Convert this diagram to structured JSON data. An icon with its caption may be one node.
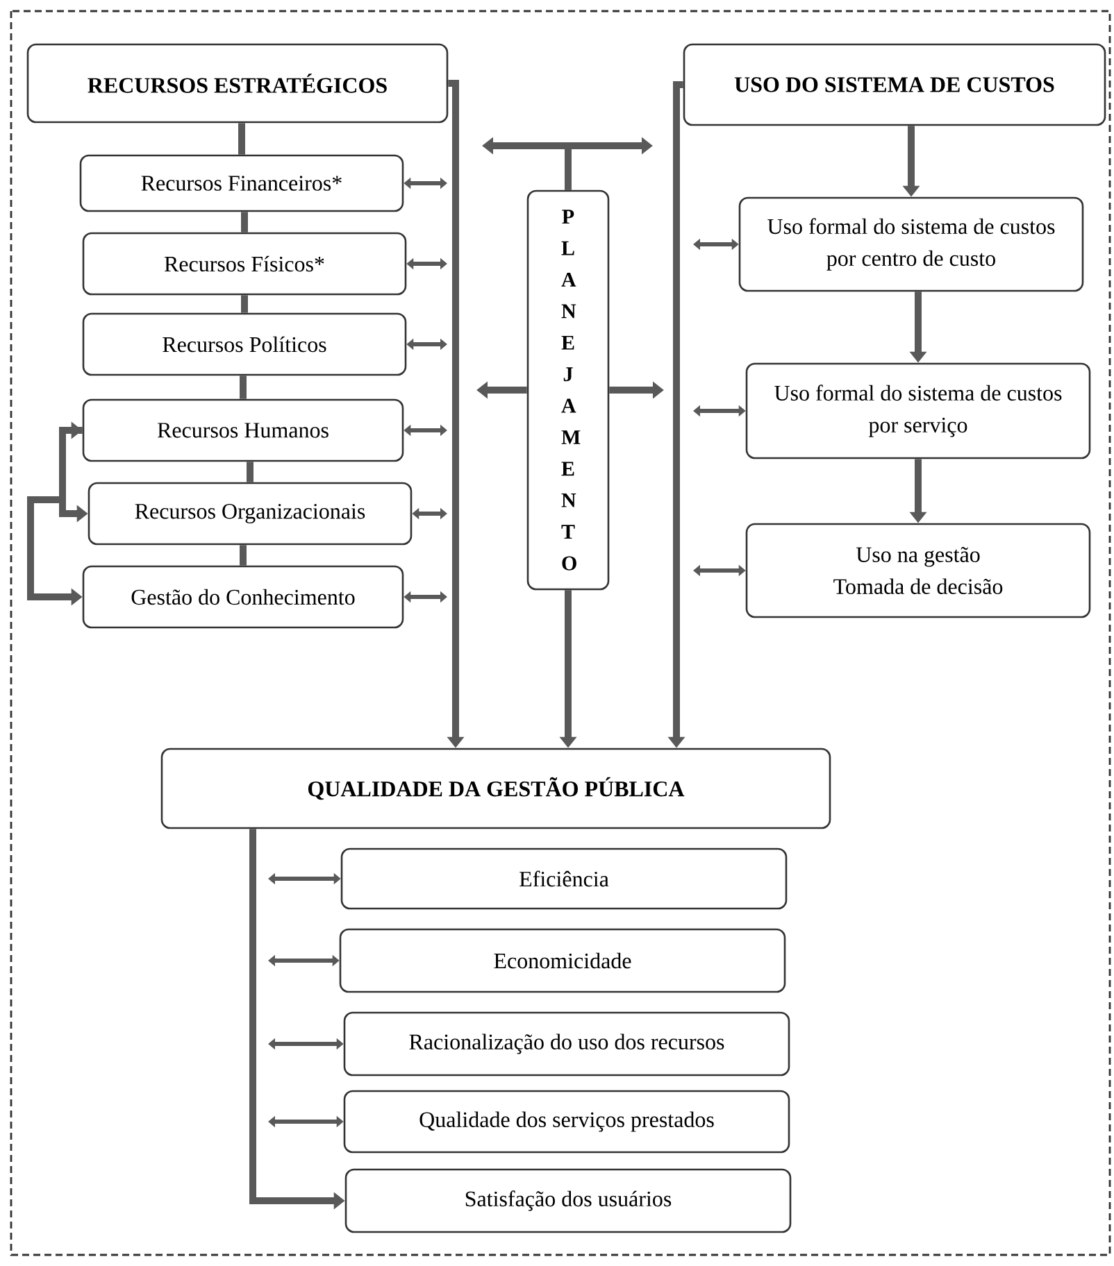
{
  "diagram": {
    "nodes": [
      {
        "text": [
          "RECURSOS ESTRATÉGICOS"
        ]
      },
      {
        "text": [
          "Recursos Financeiros*"
        ]
      },
      {
        "text": [
          "Recursos Físicos*"
        ]
      },
      {
        "text": [
          "Recursos Políticos"
        ]
      },
      {
        "text": [
          "Recursos Humanos"
        ]
      },
      {
        "text": [
          "Recursos Organizacionais"
        ]
      },
      {
        "text": [
          "Gestão do Conhecimento"
        ]
      },
      {
        "text": [
          "PLANEJAMENTO"
        ]
      },
      {
        "text": [
          "USO DO SISTEMA DE CUSTOS"
        ]
      },
      {
        "text": [
          "Uso formal do sistema de custos por centro de custo"
        ]
      },
      {
        "text": [
          "Uso formal do sistema de custos por serviço"
        ]
      },
      {
        "text": [
          "Uso na gestão Tomada de decisão"
        ]
      },
      {
        "text": [
          "QUALIDADE DA GESTÃO PÚBLICA"
        ]
      },
      {
        "text": [
          "Eficiência"
        ]
      },
      {
        "text": [
          "Economicidade"
        ]
      },
      {
        "text": [
          "Racionalização do uso dos recursos"
        ]
      },
      {
        "text": [
          "Qualidade dos serviços prestados"
        ]
      },
      {
        "text": [
          "Satisfação dos usuários"
        ]
      }
    ],
    "edges": [
      {
        "from": 0,
        "to": 1,
        "arrow": "none"
      },
      {
        "from": 1,
        "to": 2,
        "arrow": "none"
      },
      {
        "from": 2,
        "to": 3,
        "arrow": "none"
      },
      {
        "from": 3,
        "to": 4,
        "arrow": "none"
      },
      {
        "from": 4,
        "to": 5,
        "arrow": "none"
      },
      {
        "from": 5,
        "to": 6,
        "arrow": "none"
      },
      {
        "from": 1,
        "to": null,
        "arrow": "both"
      },
      {
        "from": 2,
        "to": null,
        "arrow": "both"
      },
      {
        "from": 3,
        "to": null,
        "arrow": "both"
      },
      {
        "from": 4,
        "to": null,
        "arrow": "both"
      },
      {
        "from": 5,
        "to": null,
        "arrow": "both"
      },
      {
        "from": 6,
        "to": null,
        "arrow": "both"
      },
      {
        "from": 4,
        "to": 5,
        "arrow": "both"
      },
      {
        "from": 4,
        "to": 6,
        "arrow": "to"
      },
      {
        "from": 0,
        "to": 12,
        "arrow": "to"
      },
      {
        "from": 7,
        "to": null,
        "arrow": "to"
      },
      {
        "from": 7,
        "to": null,
        "arrow": "to"
      },
      {
        "from": 7,
        "to": null,
        "arrow": "to"
      },
      {
        "from": 7,
        "to": null,
        "arrow": "to"
      },
      {
        "from": 7,
        "to": 12,
        "arrow": "to"
      },
      {
        "from": 8,
        "to": 12,
        "arrow": "to"
      },
      {
        "from": 8,
        "to": 9,
        "arrow": "to"
      },
      {
        "from": 9,
        "to": 10,
        "arrow": "to"
      },
      {
        "from": 10,
        "to": 11,
        "arrow": "to"
      },
      {
        "from": null,
        "to": 9,
        "arrow": "both"
      },
      {
        "from": null,
        "to": 10,
        "arrow": "both"
      },
      {
        "from": null,
        "to": 11,
        "arrow": "both"
      },
      {
        "from": 12,
        "to": 17,
        "arrow": "to"
      },
      {
        "from": null,
        "to": 13,
        "arrow": "both"
      },
      {
        "from": null,
        "to": 14,
        "arrow": "both"
      },
      {
        "from": null,
        "to": 15,
        "arrow": "both"
      },
      {
        "from": null,
        "to": 16,
        "arrow": "both"
      }
    ]
  }
}
